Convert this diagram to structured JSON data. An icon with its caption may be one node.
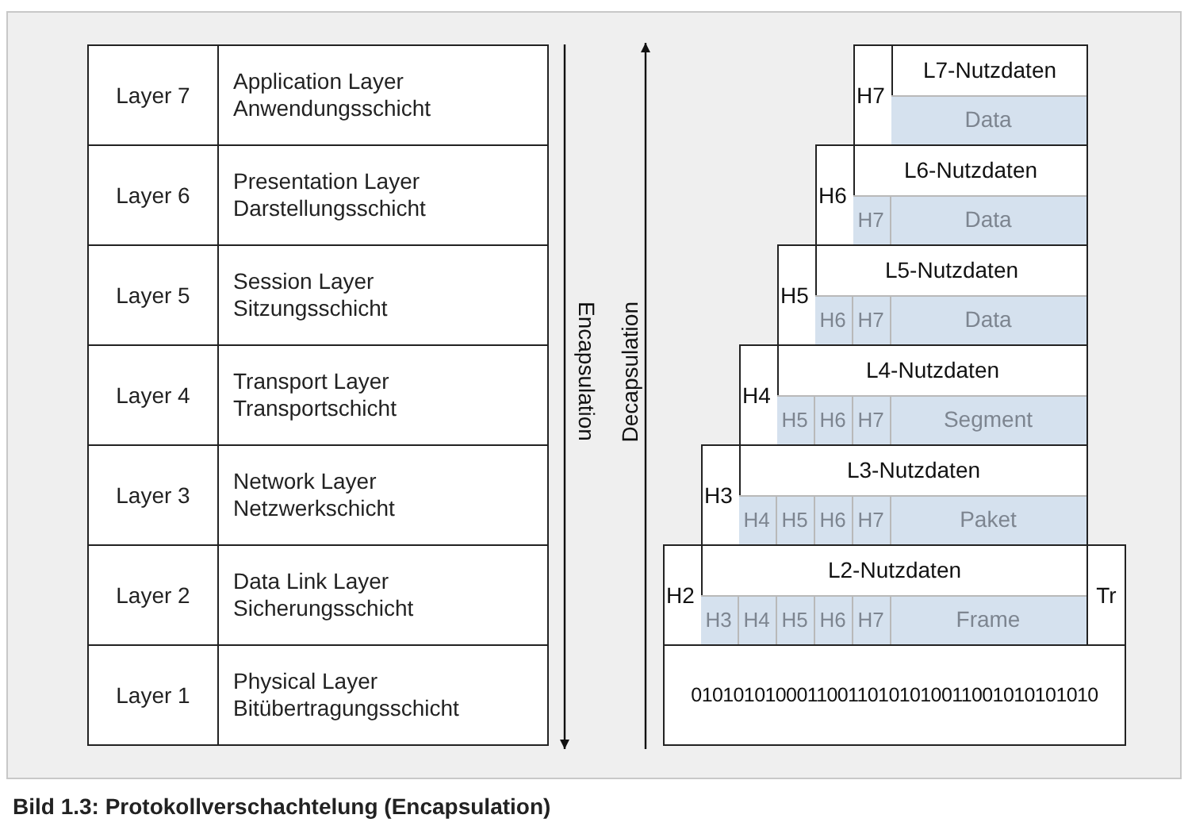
{
  "diagram": {
    "caption": "Bild 1.3: Protokollverschachtelung (Encapsulation)",
    "nodes": [
      {
        "text": [
          "Layer 7"
        ]
      },
      {
        "text": [
          "Application Layer",
          "Anwendungsschicht"
        ]
      },
      {
        "text": [
          "Layer 6"
        ]
      },
      {
        "text": [
          "Presentation Layer",
          "Darstellungsschicht"
        ]
      },
      {
        "text": [
          "Layer 5"
        ]
      },
      {
        "text": [
          "Session Layer",
          "Sitzungsschicht"
        ]
      },
      {
        "text": [
          "Layer 4"
        ]
      },
      {
        "text": [
          "Transport Layer",
          "Transportschicht"
        ]
      },
      {
        "text": [
          "Layer 3"
        ]
      },
      {
        "text": [
          "Network Layer",
          "Netzwerkschicht"
        ]
      },
      {
        "text": [
          "Layer 2"
        ]
      },
      {
        "text": [
          "Data Link Layer",
          "Sicherungsschicht"
        ]
      },
      {
        "text": [
          "Layer 1"
        ]
      },
      {
        "text": [
          "Physical Layer",
          "Bitübertragungsschicht"
        ]
      },
      {
        "text": [
          "H7"
        ]
      },
      {
        "text": [
          "L7-Nutzdaten"
        ]
      },
      {
        "text": [
          "Data"
        ],
        "in": 15
      },
      {
        "text": [
          "H6"
        ]
      },
      {
        "text": [
          "L6-Nutzdaten"
        ]
      },
      {
        "text": [
          "H7"
        ],
        "in": 18
      },
      {
        "text": [
          "Data"
        ],
        "in": 18
      },
      {
        "text": [
          "H5"
        ]
      },
      {
        "text": [
          "L5-Nutzdaten"
        ]
      },
      {
        "text": [
          "H6"
        ],
        "in": 22
      },
      {
        "text": [
          "H7"
        ],
        "in": 22
      },
      {
        "text": [
          "Data"
        ],
        "in": 22
      },
      {
        "text": [
          "H4"
        ]
      },
      {
        "text": [
          "L4-Nutzdaten"
        ]
      },
      {
        "text": [
          "H5"
        ],
        "in": 27
      },
      {
        "text": [
          "H6"
        ],
        "in": 27
      },
      {
        "text": [
          "H7"
        ],
        "in": 27
      },
      {
        "text": [
          "Segment"
        ],
        "in": 27
      },
      {
        "text": [
          "H3"
        ]
      },
      {
        "text": [
          "L3-Nutzdaten"
        ]
      },
      {
        "text": [
          "H4"
        ],
        "in": 33
      },
      {
        "text": [
          "H5"
        ],
        "in": 33
      },
      {
        "text": [
          "H6"
        ],
        "in": 33
      },
      {
        "text": [
          "H7"
        ],
        "in": 33
      },
      {
        "text": [
          "Paket"
        ],
        "in": 33
      },
      {
        "text": [
          "H2"
        ]
      },
      {
        "text": [
          "L2-Nutzdaten"
        ]
      },
      {
        "text": [
          "H3"
        ],
        "in": 40
      },
      {
        "text": [
          "H4"
        ],
        "in": 40
      },
      {
        "text": [
          "H5"
        ],
        "in": 40
      },
      {
        "text": [
          "H6"
        ],
        "in": 40
      },
      {
        "text": [
          "H7"
        ],
        "in": 40
      },
      {
        "text": [
          "Frame"
        ],
        "in": 40
      },
      {
        "text": [
          "Tr"
        ]
      },
      {
        "text": [
          "010101010001100110101010011001010101010"
        ]
      }
    ],
    "labels": [
      "Encapsulation",
      "Decapsulation"
    ]
  }
}
